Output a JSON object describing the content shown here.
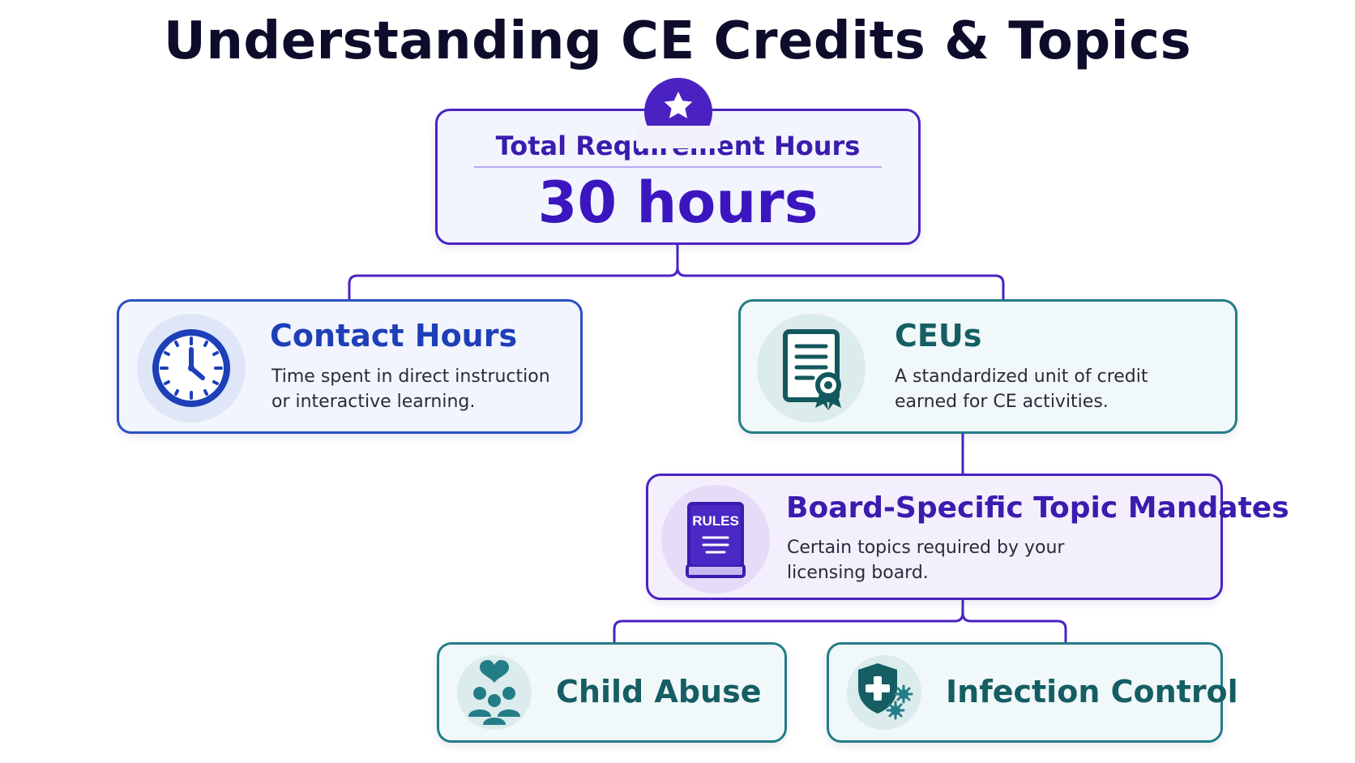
{
  "title": "Understanding CE Credits & Topics",
  "total": {
    "label": "Total Requirement Hours",
    "value": "30 hours",
    "icon": "star-icon"
  },
  "contact_hours": {
    "title": "Contact Hours",
    "description_lines": [
      "Time spent in direct instruction",
      "or interactive learning."
    ],
    "icon": "clock-icon"
  },
  "ceus": {
    "title": "CEUs",
    "description_lines": [
      "A standardized unit of credit",
      "earned for CE activities."
    ],
    "icon": "certificate-icon"
  },
  "mandates": {
    "title": "Board-Specific Topic Mandates",
    "description_lines": [
      "Certain topics required by your",
      "licensing board."
    ],
    "icon": "rulebook-icon",
    "icon_text": "RULES"
  },
  "topics": [
    {
      "label": "Child Abuse",
      "icon": "family-heart-icon"
    },
    {
      "label": "Infection Control",
      "icon": "shield-germ-icon"
    }
  ],
  "colors": {
    "title": "#0d0d2b",
    "purple": "#4b22c2",
    "blue": "#1f3fb8",
    "teal": "#237d87",
    "teal_dark": "#155e63",
    "connector": "#4b22c2"
  }
}
